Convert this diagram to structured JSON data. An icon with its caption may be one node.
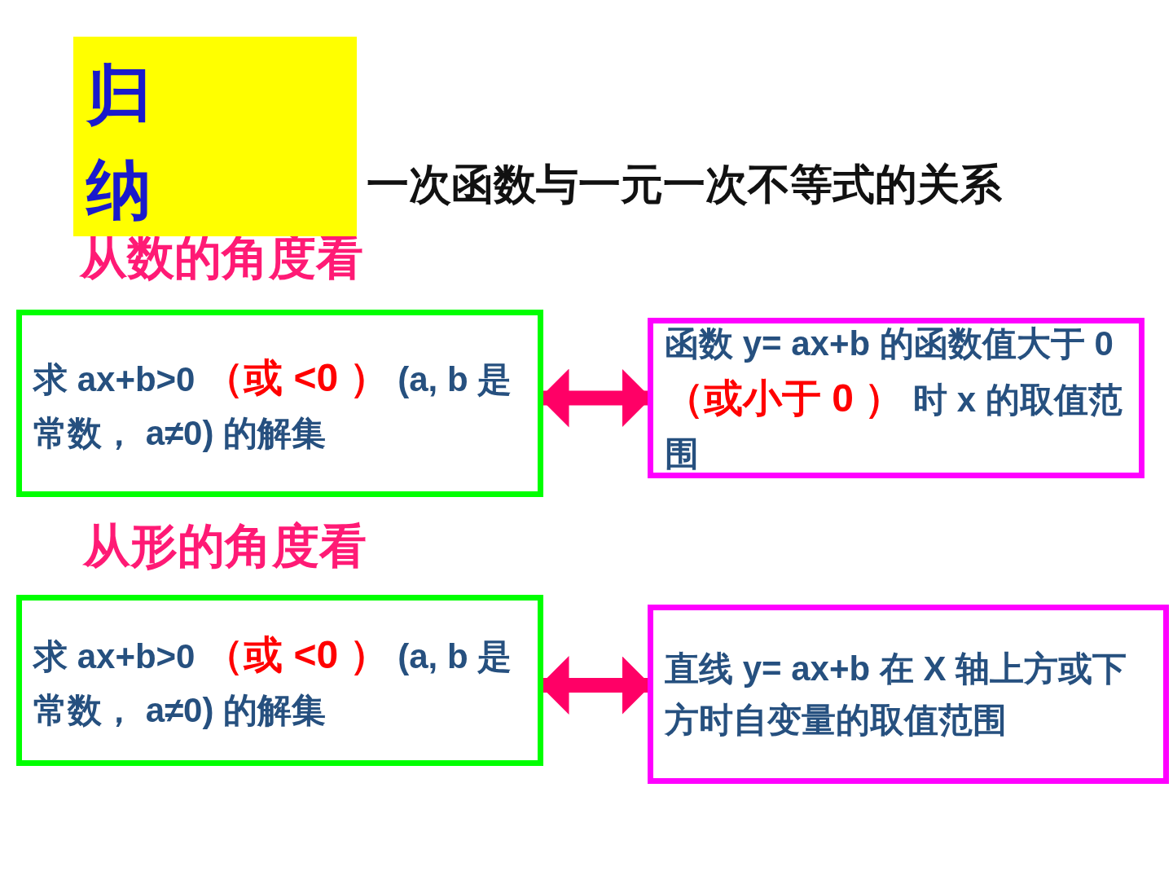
{
  "diagram": {
    "title": "一次函数与一元一次不等式的关系",
    "nodes": [
      {
        "text": [
          "归纳"
        ]
      },
      {
        "text": [
          "求 ax+b>0",
          "（或 <0 ）",
          "(a, b 是常数， a≠0) 的解集"
        ]
      },
      {
        "text": [
          "函数 y= ax+b 的函数值大于 0",
          "（或小于 0 ）",
          "时 x 的取值范围"
        ]
      },
      {
        "text": [
          "求 ax+b>0",
          "（或 <0 ）",
          "(a, b 是常数， a≠0) 的解集"
        ]
      },
      {
        "text": [
          "直线 y= ax+b 在 X 轴上方或下方时自变量的取值范围"
        ]
      }
    ],
    "edges": [
      {
        "from": 1,
        "to": 2,
        "arrow": "both",
        "color": "#ff0066"
      },
      {
        "from": 3,
        "to": 4,
        "arrow": "both",
        "color": "#ff0066"
      }
    ],
    "labels": [
      "从数的角度看",
      "从形的角度看"
    ]
  }
}
